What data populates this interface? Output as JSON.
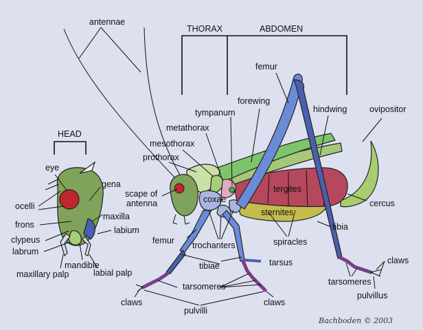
{
  "labels": {
    "antennae": "antennae",
    "thorax": "THORAX",
    "abdomen": "ABDOMEN",
    "head": "HEAD",
    "eye": "eye",
    "gena": "gena",
    "ocelli": "ocelli",
    "frons": "frons",
    "maxilla": "maxilla",
    "labium": "labium",
    "clypeus": "clypeus",
    "labrum": "labrum",
    "maxillary_palp": "maxillary palp",
    "labial_palp": "labial palp",
    "mandible": "mandible",
    "femur_top": "femur",
    "forewing": "forewing",
    "hindwing": "hindwing",
    "ovipositor": "ovipositor",
    "tympanum": "tympanum",
    "metathorax": "metathorax",
    "mesothorax": "mesothorax",
    "prothorax": "prothorax",
    "scape_line1": "scape of",
    "scape_line2": "antenna",
    "coxae": "coxae",
    "tergites": "tergites",
    "sternites": "sternites",
    "cercus": "cercus",
    "tibia": "tibia",
    "femur_left": "femur",
    "trochanters": "trochanters",
    "spiracles": "spiracles",
    "tibiae": "tibiae",
    "tarsus": "tarsus",
    "claws_right": "claws",
    "tarsomeres_left": "tarsomeres",
    "tarsomeres_right": "tarsomeres",
    "claws_left": "claws",
    "claws_mid": "claws",
    "pulvilli": "pulvilli",
    "pulvillus": "pulvillus"
  },
  "signature": "Bachboden © 2003",
  "colors": {
    "background": "#dde0ef",
    "head": "#7fa35a",
    "eye": "#c0272d",
    "prothorax": "#cbe0a6",
    "mesothorax": "#a7ce78",
    "metathorax": "#e2a7c1",
    "forewing": "#7dc46d",
    "hindwing": "#a6c878",
    "tergites": "#b6485e",
    "sternites": "#c4bd4e",
    "ovipositor": "#a9cc6e",
    "legs": "#4b5fae",
    "hind_leg": "#6b8bd6",
    "coxae": "#aab6e0",
    "tarsi": "#7a3d8c"
  }
}
